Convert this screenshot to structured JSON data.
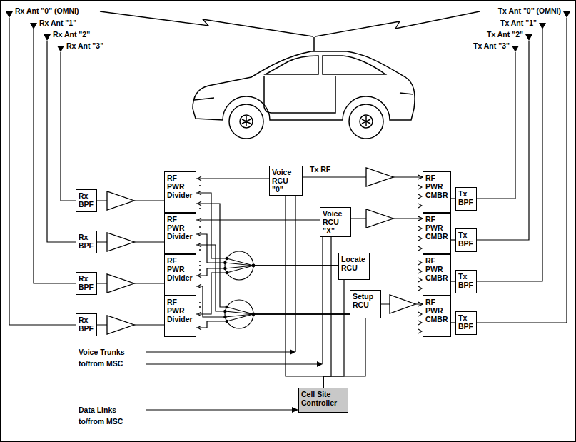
{
  "diagram": {
    "nodes": [
      {
        "text": [
          "Rx BPF"
        ]
      },
      {
        "text": [
          "RF PWR Divider"
        ]
      },
      {
        "text": [
          "Voice RCU \"0\""
        ]
      },
      {
        "text": [
          "RF PWR CMBR"
        ]
      },
      {
        "text": [
          "Tx BPF"
        ]
      },
      {
        "text": [
          "Voice RCU \"X\""
        ]
      },
      {
        "text": [
          "Rx BPF"
        ]
      },
      {
        "text": [
          "RF PWR Divider"
        ]
      },
      {
        "text": [
          "RF PWR CMBR"
        ]
      },
      {
        "text": [
          "Tx BPF"
        ]
      },
      {
        "text": [
          "Locate RCU"
        ]
      },
      {
        "text": [
          "Rx BPF"
        ]
      },
      {
        "text": [
          "RF PWR Divider"
        ]
      },
      {
        "text": [
          "RF PWR CMBR"
        ]
      },
      {
        "text": [
          "Tx BPF"
        ]
      },
      {
        "text": [
          "Setup RCU"
        ]
      },
      {
        "text": [
          "Rx BPF"
        ]
      },
      {
        "text": [
          "RF PWR Divider"
        ]
      },
      {
        "text": [
          "RF PWR CMBR"
        ]
      },
      {
        "text": [
          "Tx BPF"
        ]
      },
      {
        "text": [
          "Cell Site Controller"
        ]
      }
    ],
    "edges": [
      {
        "from": 0,
        "to": 1,
        "arrow": "none"
      },
      {
        "from": 6,
        "to": 7,
        "arrow": "none"
      },
      {
        "from": 11,
        "to": 12,
        "arrow": "none"
      },
      {
        "from": 16,
        "to": 17,
        "arrow": "none"
      },
      {
        "from": 1,
        "to": 2,
        "arrow": "none"
      },
      {
        "from": 7,
        "to": 5,
        "arrow": "none"
      },
      {
        "from": 1,
        "to": 10,
        "arrow": "none"
      },
      {
        "from": 7,
        "to": 10,
        "arrow": "none"
      },
      {
        "from": 12,
        "to": 10,
        "arrow": "none"
      },
      {
        "from": 17,
        "to": 10,
        "arrow": "none"
      },
      {
        "from": 1,
        "to": 15,
        "arrow": "none"
      },
      {
        "from": 7,
        "to": 15,
        "arrow": "none"
      },
      {
        "from": 12,
        "to": 15,
        "arrow": "none"
      },
      {
        "from": 17,
        "to": 15,
        "arrow": "none"
      },
      {
        "from": 2,
        "to": 3,
        "arrow": "to"
      },
      {
        "from": 5,
        "to": 8,
        "arrow": "to"
      },
      {
        "from": 15,
        "to": 18,
        "arrow": "to"
      },
      {
        "from": 3,
        "to": 4,
        "arrow": "none"
      },
      {
        "from": 8,
        "to": 9,
        "arrow": "none"
      },
      {
        "from": 13,
        "to": 14,
        "arrow": "none"
      },
      {
        "from": 18,
        "to": 19,
        "arrow": "none"
      },
      {
        "from": 20,
        "to": 2,
        "arrow": "none"
      },
      {
        "from": 20,
        "to": 5,
        "arrow": "none"
      },
      {
        "from": 20,
        "to": 10,
        "arrow": "none"
      },
      {
        "from": 20,
        "to": 15,
        "arrow": "none"
      }
    ],
    "labels": [
      "Rx Ant \"0\" (OMNI)",
      "Rx Ant \"1\"",
      "Rx Ant \"2\"",
      "Rx Ant \"3\"",
      "Tx Ant \"0\" (OMNI)",
      "Tx Ant \"1\"",
      "Tx Ant \"2\"",
      "Tx Ant \"3\"",
      "Tx RF",
      "Voice Trunks to/from MSC",
      "Data Links to/from MSC"
    ]
  }
}
